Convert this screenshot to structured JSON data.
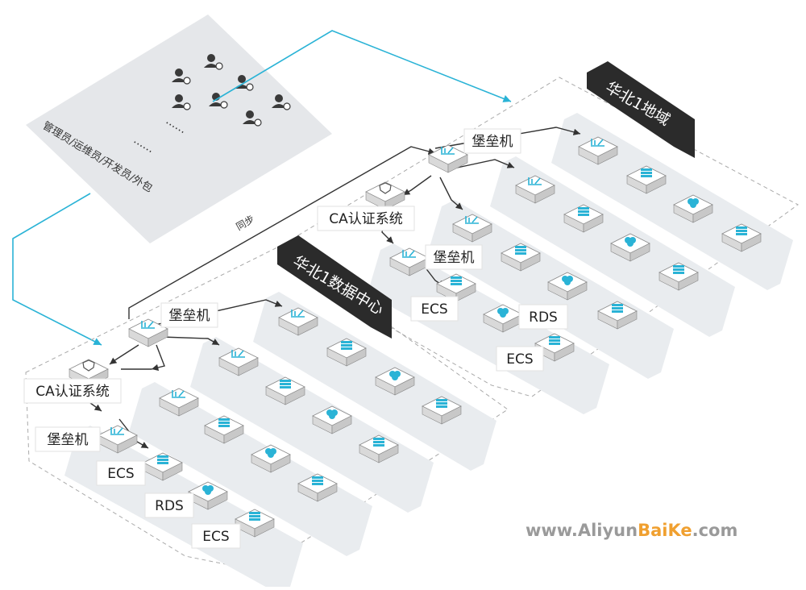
{
  "users": {
    "label": "管理员/运维员/开发员/外包",
    "dots": "......"
  },
  "sync_label": "同步",
  "regions": {
    "north": {
      "title": "华北1地域"
    },
    "datacenter": {
      "title": "华北1数据中心"
    }
  },
  "labels": {
    "bastion_top": "堡垒机",
    "ca_top": "CA认证系统",
    "bastion_top2": "堡垒机",
    "ecs_top1": "ECS",
    "rds_top": "RDS",
    "ecs_top2": "ECS",
    "bastion_mid": "堡垒机",
    "ca_bottom": "CA认证系统",
    "bastion_bottom": "堡垒机",
    "ecs_bottom1": "ECS",
    "rds_bottom": "RDS",
    "ecs_bottom2": "ECS"
  },
  "watermark": {
    "prefix": "www.Aliyun",
    "accent": "BaiKe",
    "suffix": ".com"
  },
  "colors": {
    "accent": "#2ab3d6",
    "dark_label": "#2b2b2b",
    "panel": "#e5e7ea",
    "strip": "#e9ecef",
    "line": "#333333",
    "watermark_grey": "#9a9a9a",
    "watermark_orange": "#f0a030"
  },
  "icons": [
    "user-icon",
    "bastion-icon",
    "ecs-icon",
    "rds-icon",
    "ca-shield-icon"
  ]
}
